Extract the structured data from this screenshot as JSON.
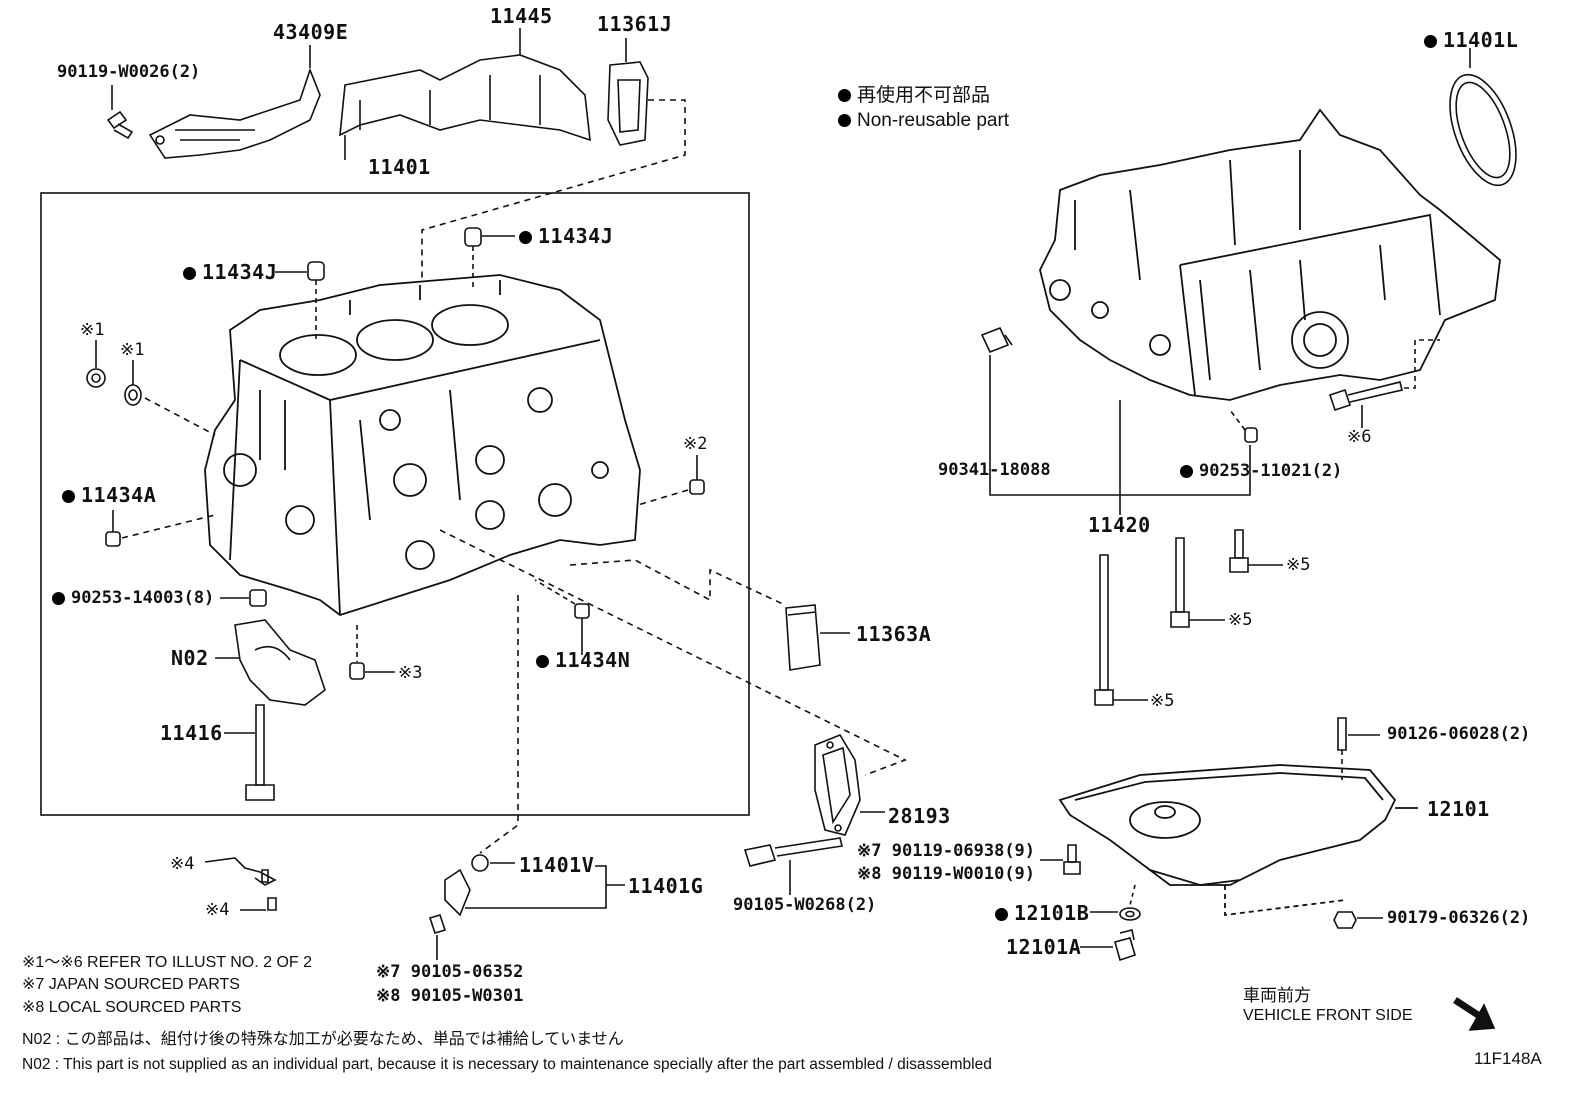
{
  "legend": {
    "jp": "再使用不可部品",
    "en": "Non-reusable part"
  },
  "labels": {
    "p43409E": "43409E",
    "p11445": "11445",
    "p11361J": "11361J",
    "p90119W0026": "90119-W0026(2)",
    "p11401": "11401",
    "p11434J_top": "11434J",
    "p11434J_left": "11434J",
    "p11401L": "11401L",
    "ref1a": "※1",
    "ref1b": "※1",
    "ref2": "※2",
    "p11434A": "11434A",
    "p90253_14003": "90253-14003(8)",
    "pN02": "N02",
    "ref3": "※3",
    "p11434N": "11434N",
    "p11363A": "11363A",
    "p11416": "11416",
    "p90341": "90341-18088",
    "p90253_11021": "90253-11021(2)",
    "ref6": "※6",
    "p11420": "11420",
    "ref5a": "※5",
    "ref5b": "※5",
    "ref5c": "※5",
    "p90126": "90126-06028(2)",
    "p12101": "12101",
    "p28193": "28193",
    "ref7a": "※7",
    "p90119_06938": "90119-06938(9)",
    "ref8a": "※8",
    "p90119_W0010": "90119-W0010(9)",
    "ref4a": "※4",
    "ref4b": "※4",
    "p11401V": "11401V",
    "p11401G": "11401G",
    "p90105_W0268": "90105-W0268(2)",
    "p12101B": "12101B",
    "p90179": "90179-06326(2)",
    "p12101A": "12101A",
    "ref7b": "※7",
    "p90105_06352": "90105-06352",
    "ref8b": "※8",
    "p90105_W0301": "90105-W0301"
  },
  "notes": {
    "refer": "※1～※6  REFER TO ILLUST NO. 2 OF 2",
    "japan": "※7 JAPAN SOURCED PARTS",
    "local": "※8 LOCAL SOURCED PARTS",
    "n02_jp": "N02 : この部品は、組付け後の特殊な加工が必要なため、単品では補給していません",
    "n02_en": "N02 : This part is not supplied as an individual part, because it is necessary to maintenance specially after the part assembled / disassembled"
  },
  "front": {
    "jp": "車両前方",
    "en": "VEHICLE FRONT SIDE"
  },
  "illust_id": "11F148A"
}
